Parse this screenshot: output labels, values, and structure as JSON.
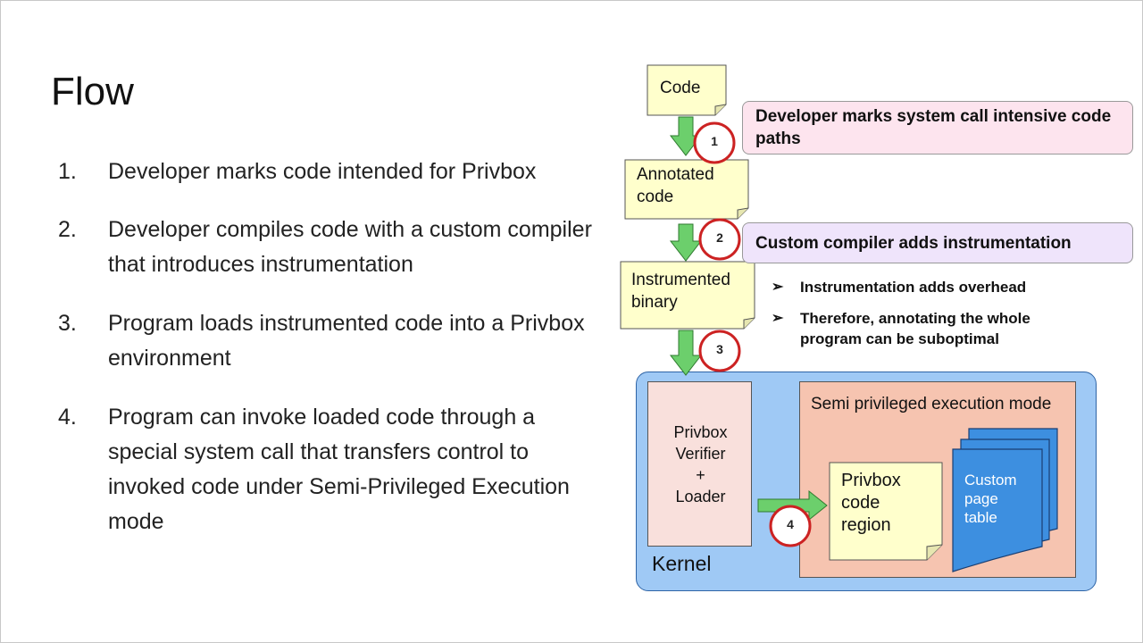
{
  "slide": {
    "title": "Flow",
    "steps": [
      {
        "num": "1.",
        "text": "Developer marks code intended for Privbox"
      },
      {
        "num": "2.",
        "text": "Developer compiles code with a custom compiler that introduces instrumentation"
      },
      {
        "num": "3.",
        "text": "Program loads instrumented code into a Privbox environment"
      },
      {
        "num": "4.",
        "text": "Program can invoke loaded code through a special system call that transfers control to invoked code under Semi-Privileged Execution mode"
      }
    ]
  },
  "diagram": {
    "code_label": "Code",
    "annotated_label": "Annotated code",
    "instrumented_label": "Instrumented binary",
    "step_badges": [
      "1",
      "2",
      "3",
      "4"
    ],
    "callout_1": "Developer marks system call intensive code paths",
    "callout_2": "Custom compiler adds instrumentation",
    "bullets": [
      "Instrumentation adds overhead",
      "Therefore, annotating the whole program can be suboptimal"
    ],
    "bullet_marker": "➢",
    "verifier_lines": [
      "Privbox",
      "Verifier",
      "+",
      "Loader"
    ],
    "semi_label": "Semi privileged execution mode",
    "region_label": "Privbox code region",
    "page_table_label": "Custom page table",
    "kernel_label": "Kernel"
  },
  "colors": {
    "note_fill": "#ffffcc",
    "arrow_green": "#6ccf6c",
    "badge_red": "#cc2222",
    "callout_1_fill": "#fde4ee",
    "callout_2_fill": "#efe4fb",
    "kernel_fill": "#9fc9f5",
    "semi_fill": "#f6c4b0",
    "verifier_fill": "#f9e0dc",
    "page_table_fill": "#3d8fe0"
  }
}
